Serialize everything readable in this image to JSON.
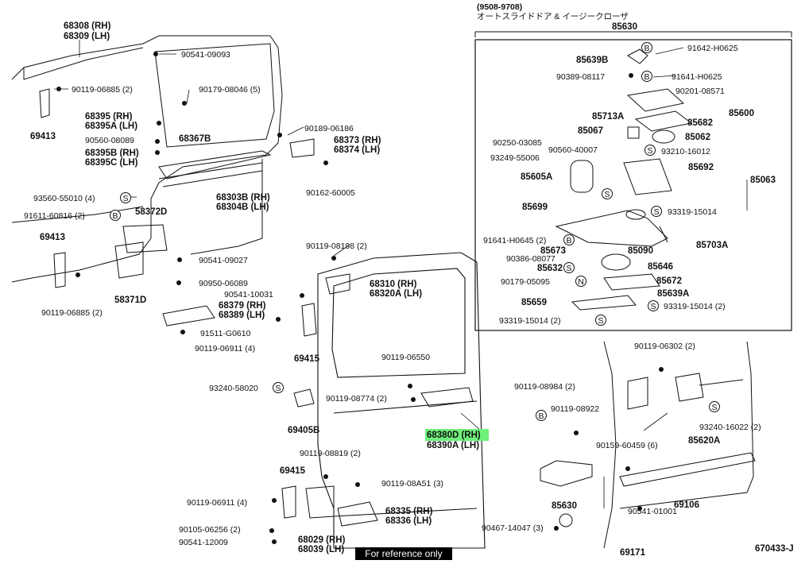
{
  "header": {
    "years": "(9508-9708)",
    "feature": "オートスライドドア & イージークローザ",
    "assembly_no": "85630"
  },
  "diagram_id": "670433-J",
  "reference_badge": "For reference only",
  "highlight_color": "#6ef07a",
  "labels": {
    "p68308": "68308 (RH)",
    "p68309": "68309 (LH)",
    "p9054109093": "90541-09093",
    "p9011906885a": "90119-06885 (2)",
    "p9017908046": "90179-08046 (5)",
    "p68395": "68395 (RH)",
    "p68395A": "68395A (LH)",
    "p9056008089": "90560-08089",
    "p68395B": "68395B (RH)",
    "p68395C": "68395C (LH)",
    "p68367B": "68367B",
    "p69413a": "69413",
    "p9018906186": "90189-06186",
    "p68373": "68373 (RH)",
    "p68374": "68374 (LH)",
    "p68303B": "68303B (RH)",
    "p68304B": "68304B (LH)",
    "p9016260005": "90162-60005",
    "p9356055010": "93560-55010 (4)",
    "p9161160816": "91611-60816 (2)",
    "p58372D": "58372D",
    "p69413b": "69413",
    "p9054109027": "90541-09027",
    "p9095006089": "90950-06089",
    "p58371D": "58371D",
    "p9011906885b": "90119-06885 (2)",
    "p9011908198": "90119-08198 (2)",
    "p68310": "68310 (RH)",
    "p68320A": "68320A (LH)",
    "p9054110031": "90541-10031",
    "p68379": "68379 (RH)",
    "p68389": "68389 (LH)",
    "p9151160610": "91511-G0610",
    "p9011906911a": "90119-06911 (4)",
    "p69415a": "69415",
    "p9011906550": "90119-06550",
    "p9324058020": "93240-58020",
    "p9011908774": "90119-08774 (2)",
    "p69405B": "69405B",
    "p68380D": "68380D (RH)",
    "p68390A": "68390A (LH)",
    "p9011908819": "90119-08819 (2)",
    "p69415b": "69415",
    "p9011906911b": "90119-06911 (4)",
    "p9011908A51": "90119-08A51 (3)",
    "p9010506256": "90105-06256 (2)",
    "p68335": "68335 (RH)",
    "p68336": "68336 (LH)",
    "p9054112009": "90541-12009",
    "p68029": "68029 (RH)",
    "p68039": "68039 (LH)",
    "p9164280625": "91642-H0625",
    "p85639B": "85639B",
    "p9038908117": "90389-08117",
    "p91641H0625": "91641-H0625",
    "p9020108571": "90201-08571",
    "p85600": "85600",
    "p85713A": "85713A",
    "p85682": "85682",
    "p85067": "85067",
    "p85062": "85062",
    "p9025003085": "90250-03085",
    "p9056040007": "90560-40007",
    "p9321016012": "93210-16012",
    "p9324955006": "93249-55006",
    "p85692": "85692",
    "p85605A": "85605A",
    "p85063": "85063",
    "p85699": "85699",
    "p9331915014a": "93319-15014",
    "p91641H0645": "91641-H0645 (2)",
    "p85673": "85673",
    "p85090": "85090",
    "p85703A": "85703A",
    "p9038608077": "90386-08077",
    "p85646": "85646",
    "p85632": "85632",
    "p9017905095": "90179-05095",
    "p85672": "85672",
    "p85659": "85659",
    "p85639A": "85639A",
    "p9331915014b": "93319-15014 (2)",
    "p9331915014c": "93319-15014 (2)",
    "p9011906302": "90119-06302 (2)",
    "p9011908984": "90119-08984 (2)",
    "p9011908922": "90119-08922",
    "p9324016022": "93240-16022 (2)",
    "p9015960459": "90159-60459 (6)",
    "p85620A": "85620A",
    "p85630b": "85630",
    "p69106": "69106",
    "p9054101001": "90541-01001",
    "p9046714047": "90467-14047 (3)",
    "p69171": "69171"
  },
  "markers": {
    "S": "S",
    "B": "B",
    "N": "N"
  }
}
